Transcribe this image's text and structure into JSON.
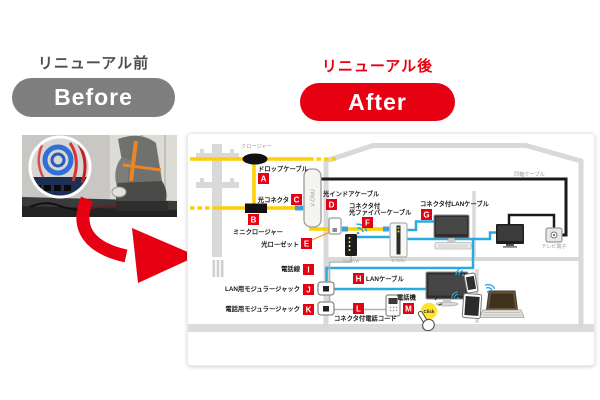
{
  "before": {
    "heading": "リニューアル前",
    "badge": "Before"
  },
  "after": {
    "heading": "リニューアル後",
    "badge": "After"
  },
  "diagram": {
    "closure": "クロージャー",
    "coax": "同軸ケーブル",
    "tv_terminal": "テレビ端子",
    "v_onu": "V-ONU",
    "d_onu": "D-ONU",
    "ta": "TA/HGW",
    "click": "Click",
    "items": [
      {
        "letter": "A",
        "label": "ドロップケーブル"
      },
      {
        "letter": "B",
        "label": "ミニクロージャー"
      },
      {
        "letter": "C",
        "label": "光コネクタ"
      },
      {
        "letter": "D",
        "label": "光インドアケーブル"
      },
      {
        "letter": "E",
        "label": "光ローゼット"
      },
      {
        "letter": "F",
        "label": "コネクタ付光ファイバーケーブル",
        "line1": "コネクタ付",
        "line2": "光ファイバーケーブル"
      },
      {
        "letter": "G",
        "label": "コネクタ付LANケーブル"
      },
      {
        "letter": "H",
        "label": "LANケーブル"
      },
      {
        "letter": "I",
        "label": "電話線"
      },
      {
        "letter": "J",
        "label": "LAN用モジュラージャック"
      },
      {
        "letter": "K",
        "label": "電話用モジュラージャック"
      },
      {
        "letter": "L",
        "label": "コネクタ付電話コード"
      },
      {
        "letter": "M",
        "label": "電話機"
      }
    ]
  },
  "colors": {
    "brand_red": "#e60012",
    "badge_gray": "#7f7f7f",
    "fiber_yellow": "#fdd000",
    "lan_blue": "#29abe2",
    "house_gray": "#d9d9d9",
    "coax_black": "#1a1a1a"
  }
}
